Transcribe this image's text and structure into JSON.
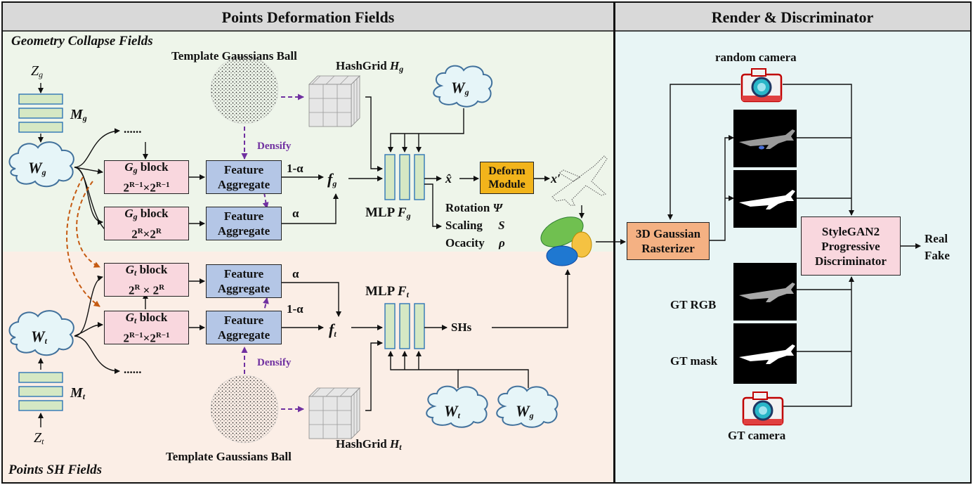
{
  "panels": {
    "left_title": "Points Deformation Fields",
    "right_title": "Render & Discriminator",
    "geometry_label": "Geometry Collapse Fields",
    "sh_label": "Points SH Fields"
  },
  "geometry": {
    "z": "Z",
    "z_sub": "g",
    "m": "M",
    "m_sub": "g",
    "w": "W",
    "w_sub": "g",
    "dots": "......",
    "template_ball": "Template Gaussians Ball",
    "hashgrid": "HashGrid",
    "hashgrid_sym": "H",
    "hashgrid_sub": "g",
    "cloud_w": "W",
    "cloud_w_sub": "g",
    "densify": "Densify",
    "block1_title": "block",
    "block1_sym": "G",
    "block1_sub": "g",
    "block1_res": "2^{R-1}×2^{R-1}",
    "block1_res_a": "2",
    "block1_res_a_sup": "R−1",
    "block1_res_b": "×2",
    "block1_res_b_sup": "R−1",
    "block2_title": "block",
    "block2_sym": "G",
    "block2_sub": "g",
    "block2_res_a": "2",
    "block2_res_a_sup": "R",
    "block2_res_b": "×2",
    "block2_res_b_sup": "R",
    "feature_aggregate": "Feature Aggregate",
    "feature_line1": "Feature",
    "feature_line2": "Aggregate",
    "one_minus_alpha": "1-α",
    "alpha": "α",
    "f": "f",
    "f_sub": "g",
    "mlp": "MLP",
    "mlp_sym": "F",
    "mlp_sub": "g",
    "xhat": "x̂",
    "deform_line1": "Deform",
    "deform_line2": "Module",
    "xprime": "x′",
    "rotation": "Rotation",
    "rotation_sym": "Ψ",
    "scaling": "Scaling",
    "scaling_sym": "S",
    "opacity": "Ocacity",
    "opacity_sym": "ρ"
  },
  "texture": {
    "w": "W",
    "w_sub": "t",
    "m": "M",
    "m_sub": "t",
    "z": "Z",
    "z_sub": "t",
    "dots": "......",
    "block1_title": "block",
    "block1_sym": "G",
    "block1_sub": "t",
    "block1_res_a": "2",
    "block1_res_a_sup": "R",
    "block1_res_b": "× 2",
    "block1_res_b_sup": "R",
    "block2_title": "block",
    "block2_sym": "G",
    "block2_sub": "t",
    "block2_res_a": "2",
    "block2_res_a_sup": "R−1",
    "block2_res_b": "×2",
    "block2_res_b_sup": "R−1",
    "feature_line1": "Feature",
    "feature_line2": "Aggregate",
    "alpha": "α",
    "one_minus_alpha": "1-α",
    "f": "f",
    "f_sub": "t",
    "mlp": "MLP",
    "mlp_sym": "F",
    "mlp_sub": "t",
    "shs": "SHs",
    "densify": "Densify",
    "template_ball": "Template Gaussians Ball",
    "hashgrid": "HashGrid",
    "hashgrid_sym": "H",
    "hashgrid_sub": "t",
    "cloud1": "W",
    "cloud1_sub": "t",
    "cloud2": "W",
    "cloud2_sub": "g"
  },
  "render": {
    "random_camera": "random camera",
    "rasterizer_line1": "3D Gaussian",
    "rasterizer_line2": "Rasterizer",
    "disc_line1": "StyleGAN2",
    "disc_line2": "Progressive",
    "disc_line3": "Discriminator",
    "real": "Real",
    "fake": "Fake",
    "gt_rgb": "GT RGB",
    "gt_mask": "GT mask",
    "gt_camera": "GT camera"
  },
  "colors": {
    "geometry_bg": "#eef5ea",
    "texture_bg": "#fbeee6",
    "render_bg": "#e8f5f5",
    "block_pink": "#f9d7de",
    "feature_blue": "#b4c6e6",
    "mlp_green": "#d5e8c4",
    "rasterizer_orange": "#f4b183",
    "deform_gold": "#f2b41b",
    "densify_purple": "#7030a0",
    "dashed_orange": "#c55a11"
  },
  "icons": [
    "cloud-icon",
    "sphere-points-icon",
    "hashgrid-cube-icon",
    "camera-icon",
    "airplane-icon",
    "gaussian-ellipsoids-icon"
  ]
}
